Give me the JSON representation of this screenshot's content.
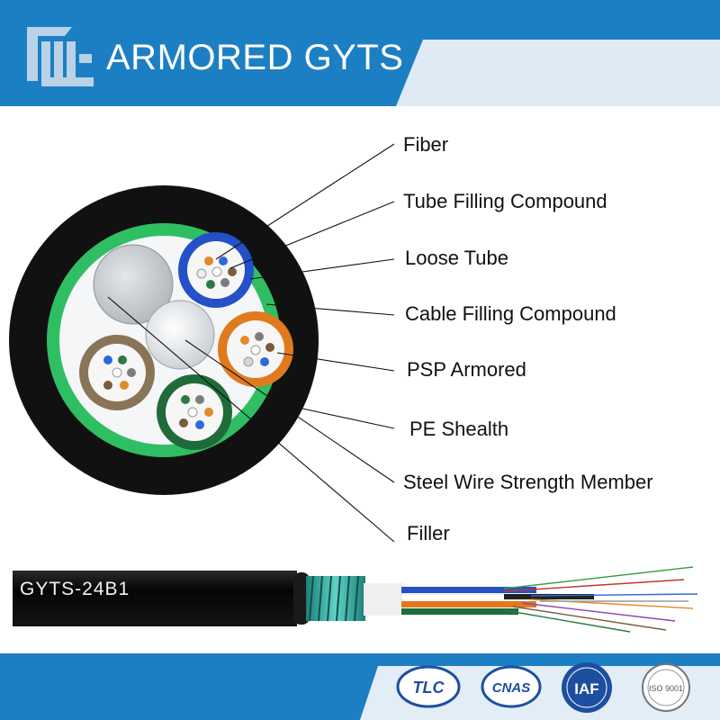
{
  "header": {
    "title": "ARMORED GYTS",
    "colors": {
      "band": "#1d7fc3",
      "band_light": "#dfeaf4",
      "logo": "#b9d2e8"
    }
  },
  "diagram": {
    "callouts": [
      "Fiber",
      "Tube Filling Compound",
      "Loose Tube",
      "Cable Filling Compound",
      "PSP Armored",
      "PE Shealth",
      "Steel Wire Strength Member",
      "Filler"
    ],
    "colors": {
      "sheath": "#111111",
      "armor": "#2fbf62",
      "filling": "#f4f6f8",
      "tube_blue": "#2450c8",
      "tube_orange": "#e07a1f",
      "tube_green": "#1f6b3a",
      "tube_brown": "#8a7458",
      "filler": "#c9cdd2",
      "strength_member": "#dfe3e6"
    }
  },
  "cable_side": {
    "print": "GYTS-24B1"
  },
  "footer": {
    "certifications": [
      {
        "name": "TLC-logo",
        "text": "TLC"
      },
      {
        "name": "CNAS-logo",
        "text": "CNAS"
      },
      {
        "name": "IAF-logo",
        "text": "IAF"
      },
      {
        "name": "ISO-logo",
        "text": "ISO 9001"
      }
    ]
  }
}
